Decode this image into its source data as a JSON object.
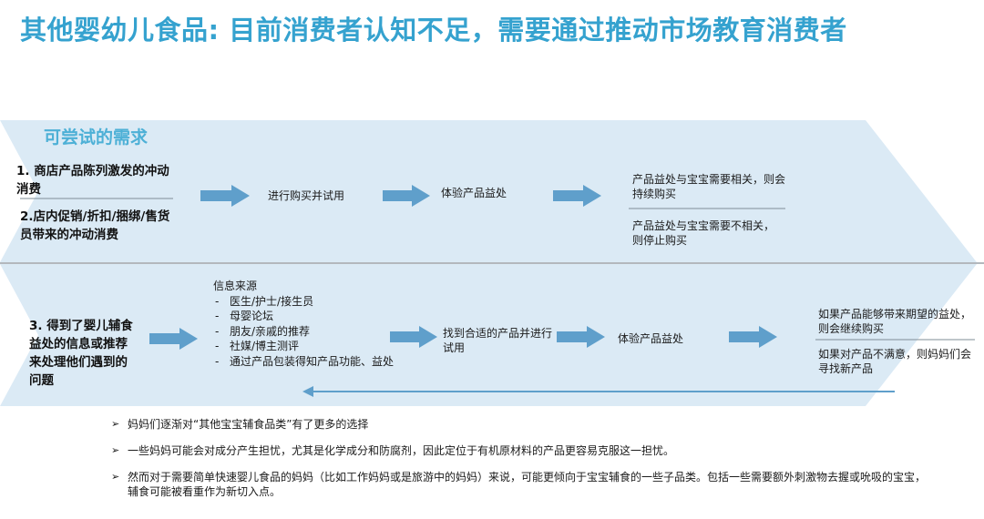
{
  "title": "其他婴幼儿食品: 目前消费者认知不足，需要通过推动市场教育消费者",
  "section_label": "可尝试的需求",
  "row1": {
    "need_a": "1. 商店产品陈列激发的冲动消费",
    "need_b": "2.店内促销/折扣/捆绑/售货员带来的冲动消费",
    "step1": "进行购买并试用",
    "step2": "体验产品益处",
    "outcome_a": "产品益处与宝宝需要相关，则会持续购买",
    "outcome_b": "产品益处与宝宝需要不相关，则停止购买"
  },
  "row2": {
    "need": "3. 得到了婴儿辅食益处的信息或推荐来处理他们遇到的问题",
    "info_title": "信息来源",
    "info_items": [
      "医生/护士/接生员",
      "母婴论坛",
      "朋友/亲戚的推荐",
      "社媒/博主测评",
      "通过产品包装得知产品功能、益处"
    ],
    "step1": "找到合适的产品并进行试用",
    "step2": "体验产品益处",
    "outcome_a": "如果产品能够带来期望的益处，则会继续购买",
    "outcome_b": "如果对产品不满意，则妈妈们会寻找新产品"
  },
  "bullets": [
    "妈妈们逐渐对“其他宝宝辅食品类”有了更多的选择",
    "一些妈妈可能会对成分产生担忧，尤其是化学成分和防腐剂，因此定位于有机原材料的产品更容易克服这一担忧。",
    "然而对于需要简单快速婴儿食品的妈妈（比如工作妈妈或是旅游中的妈妈）来说，可能更倾向于宝宝辅食的一些子品类。包括一些需要额外刺激物去握或吮吸的宝宝，辅食可能被看重作为新切入点。"
  ],
  "bullet_marker": "➢",
  "colors": {
    "title": "#35a2cf",
    "band": "#dbeaf5",
    "arrow": "#5f9fcb",
    "label": "#4db0d6"
  }
}
